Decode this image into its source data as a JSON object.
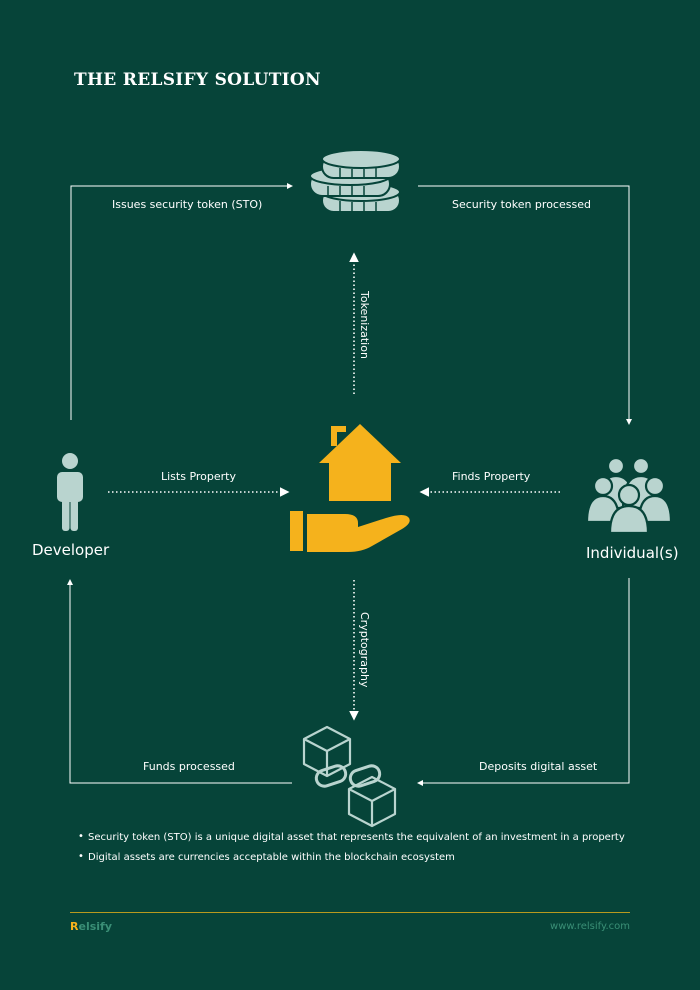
{
  "title": "THE RELSIFY SOLUTION",
  "nodes": {
    "developer": "Developer",
    "individuals": "Individual(s)"
  },
  "edges": {
    "issues": "Issues security token (STO)",
    "processed": "Security token processed",
    "tokenization": "Tokenization",
    "lists": "Lists Property",
    "finds": "Finds Property",
    "cryptography": "Cryptography",
    "funds": "Funds processed",
    "deposits": "Deposits digital asset"
  },
  "notes": [
    "Security token (STO) is a unique digital asset that represents the equivalent of an investment in a property",
    "Digital assets are currencies acceptable within the blockchain ecosystem"
  ],
  "footer": {
    "logo_initial": "R",
    "logo_rest": "elsify",
    "website": "www.relsify.com"
  },
  "colors": {
    "background": "#064439",
    "accent": "#f5b21c",
    "icon": "#b9d4cf",
    "line": "#ffffff"
  },
  "icons": [
    "coins-icon",
    "person-icon",
    "house-hand-icon",
    "group-icon",
    "blockchain-icon"
  ]
}
